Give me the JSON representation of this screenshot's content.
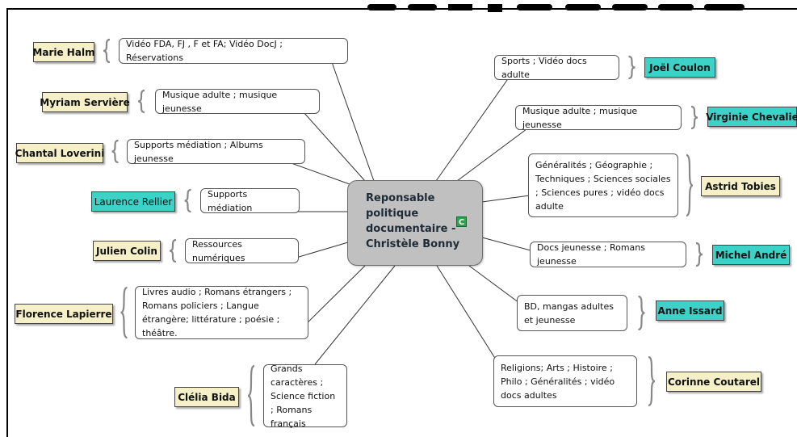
{
  "central": {
    "title": "Reponsable politique documentaire - Christèle Bonny",
    "icon": "C"
  },
  "colors": {
    "central_fill": "#c0c0c0",
    "beige": "#f5f0c8",
    "teal": "#3cd2c8",
    "line": "#333333"
  },
  "left": [
    {
      "person": "Marie Halm",
      "topic": "Vidéo FDA, FJ , F et FA; Vidéo DocJ ; Réservations",
      "color": "beige"
    },
    {
      "person": "Myriam Servière",
      "topic": "Musique adulte ; musique jeunesse",
      "color": "beige"
    },
    {
      "person": "Chantal Loverini",
      "topic": "Supports médiation ; Albums jeunesse",
      "color": "beige"
    },
    {
      "person": "Laurence Rellier",
      "topic": "Supports médiation",
      "color": "teal"
    },
    {
      "person": "Julien Colin",
      "topic": "Ressources numériques",
      "color": "beige"
    },
    {
      "person": "Florence Lapierre",
      "topic": "Livres audio ; Romans étrangers ; Romans policiers ; Langue étrangère; littérature ; poésie ; théâtre.",
      "color": "beige"
    },
    {
      "person": "Clélia Bida",
      "topic": "Grands caractères ; Science fiction ; Romans français",
      "color": "beige"
    }
  ],
  "right": [
    {
      "person": "Joël Coulon",
      "topic": "Sports ; Vidéo docs adulte",
      "color": "teal"
    },
    {
      "person": "Virginie Chevalie",
      "topic": "Musique adulte ; musique jeunesse",
      "color": "teal"
    },
    {
      "person": "Astrid Tobies",
      "topic": "Généralités ; Géographie ; Techniques ; Sciences sociales ; Sciences pures ; vidéo docs adulte",
      "color": "beige"
    },
    {
      "person": "Michel André",
      "topic": "Docs jeunesse ; Romans jeunesse",
      "color": "teal"
    },
    {
      "person": "Anne Issard",
      "topic": "BD, mangas adultes et jeunesse",
      "color": "teal"
    },
    {
      "person": "Corinne Coutarel",
      "topic": "Religions; Arts ; Histoire ; Philo ; Généralités ; vidéo docs adultes",
      "color": "beige"
    }
  ]
}
